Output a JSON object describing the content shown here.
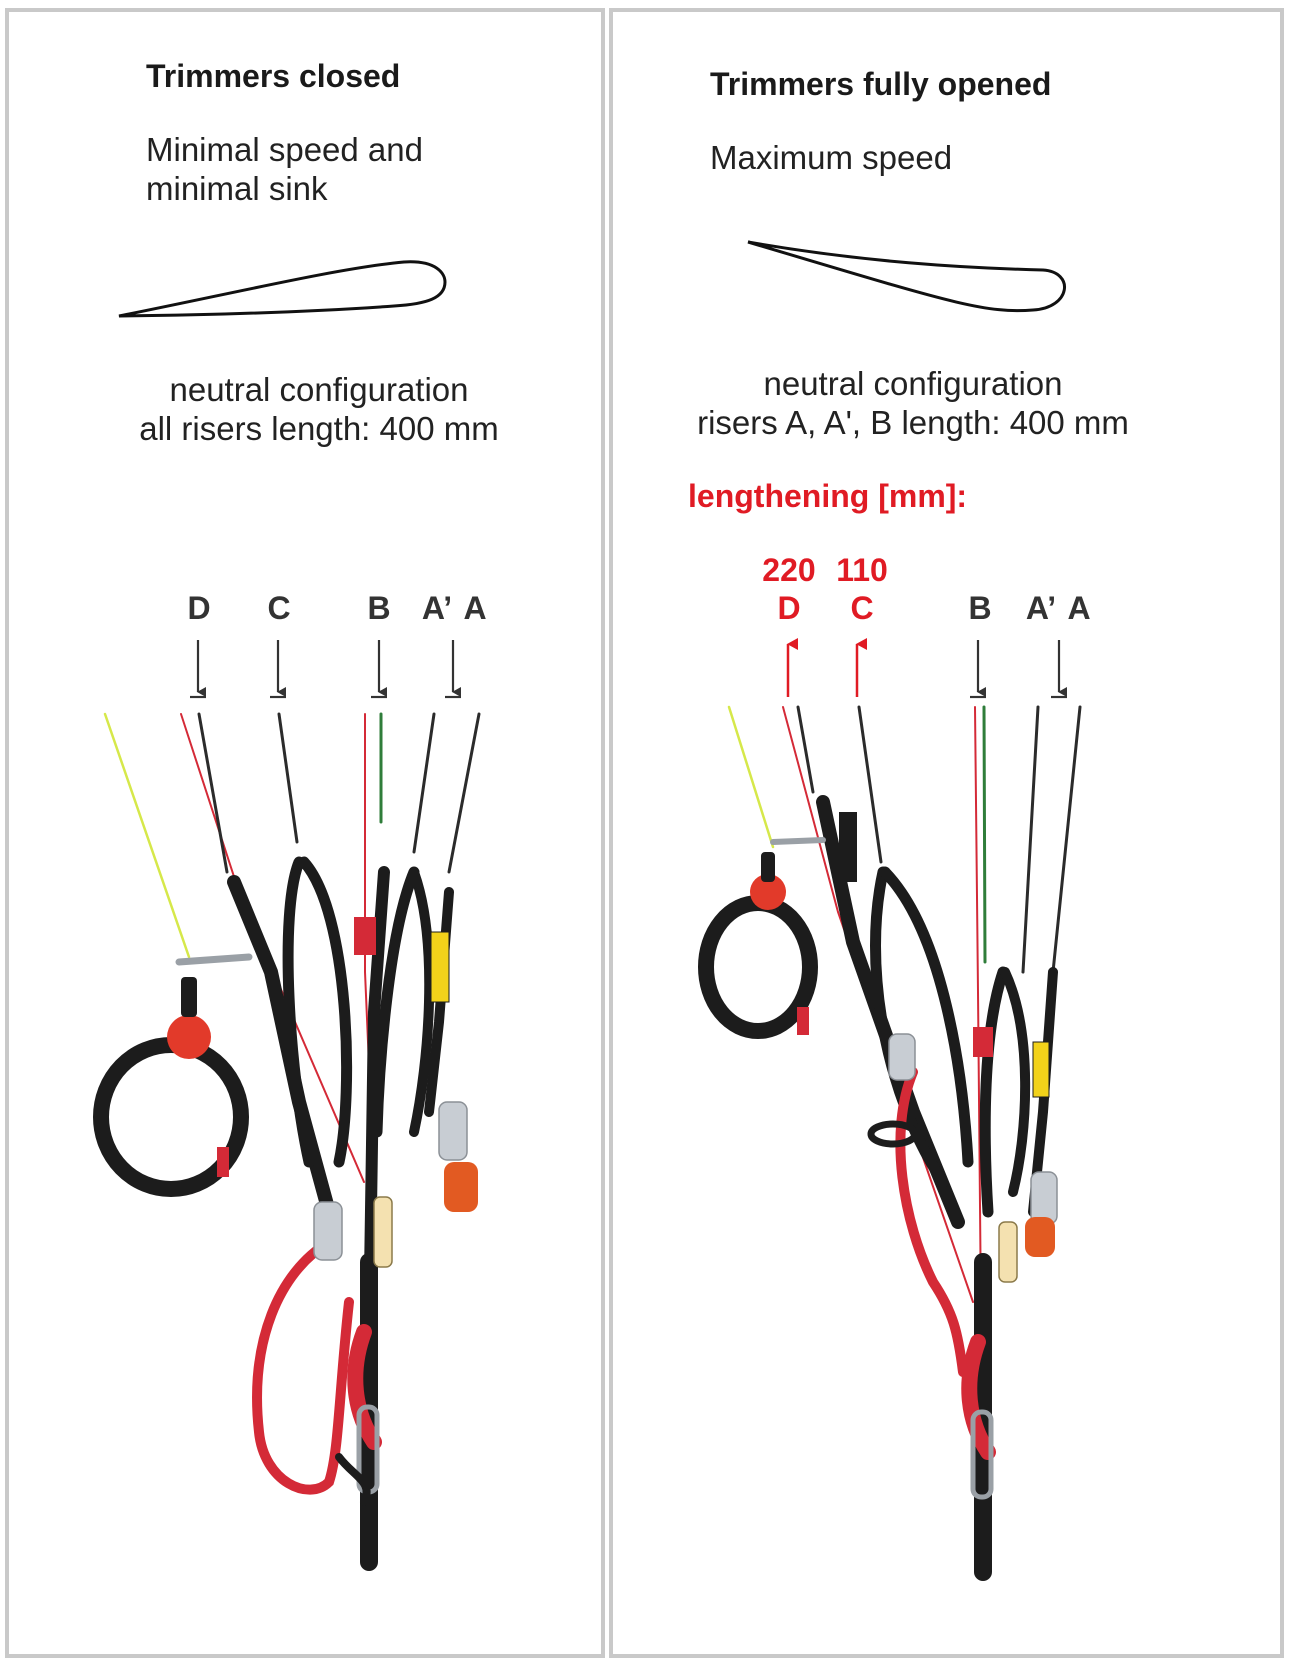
{
  "left": {
    "title": "Trimmers closed",
    "description": [
      "Minimal speed and",
      "minimal sink"
    ],
    "config": [
      "neutral configuration",
      "all risers length: 400 mm"
    ],
    "risers": [
      "D",
      "C",
      "B",
      "A’",
      "A"
    ]
  },
  "right": {
    "title": "Trimmers fully opened",
    "description": [
      "Maximum speed"
    ],
    "config": [
      "neutral configuration",
      "risers A, A', B length: 400 mm"
    ],
    "lengthening_title": "lengthening [mm]:",
    "lengthening_values": [
      "220",
      "110"
    ],
    "risers": [
      "D",
      "C",
      "B",
      "A’",
      "A"
    ]
  },
  "colors": {
    "accent_red": "#e01b24",
    "label_gray": "#333333",
    "panel_border": "#c9c9c9",
    "riser_line": "#2b2b2b",
    "webbing_black": "#1c1c1c",
    "webbing_red": "#d42a37",
    "brake_line_yellow": "#d6e84a",
    "toggle_ball_red": "#e23a2a",
    "trimmer_yellow": "#f2d21a"
  },
  "icons": [
    "airfoil-profile-icon",
    "down-arrow-icon",
    "up-arrow-icon",
    "riser-set-photo"
  ]
}
